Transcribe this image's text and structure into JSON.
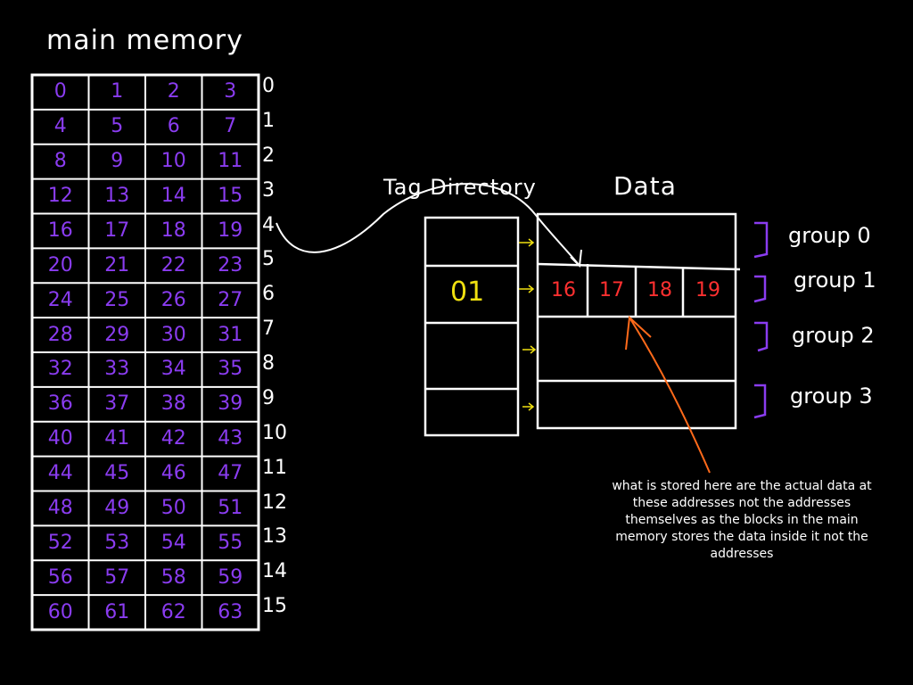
{
  "main_memory": {
    "title": "main memory",
    "blocks": [
      [
        "0",
        "1",
        "2",
        "3"
      ],
      [
        "4",
        "5",
        "6",
        "7"
      ],
      [
        "8",
        "9",
        "10",
        "11"
      ],
      [
        "12",
        "13",
        "14",
        "15"
      ],
      [
        "16",
        "17",
        "18",
        "19"
      ],
      [
        "20",
        "21",
        "22",
        "23"
      ],
      [
        "24",
        "25",
        "26",
        "27"
      ],
      [
        "28",
        "29",
        "30",
        "31"
      ],
      [
        "32",
        "33",
        "34",
        "35"
      ],
      [
        "36",
        "37",
        "38",
        "39"
      ],
      [
        "40",
        "41",
        "42",
        "43"
      ],
      [
        "44",
        "45",
        "46",
        "47"
      ],
      [
        "48",
        "49",
        "50",
        "51"
      ],
      [
        "52",
        "53",
        "54",
        "55"
      ],
      [
        "56",
        "57",
        "58",
        "59"
      ],
      [
        "60",
        "61",
        "62",
        "63"
      ]
    ],
    "block_labels": [
      "0",
      "1",
      "2",
      "3",
      "4",
      "5",
      "6",
      "7",
      "8",
      "9",
      "10",
      "11",
      "12",
      "13",
      "14",
      "15"
    ]
  },
  "cache": {
    "tag_directory_title": "Tag Directory",
    "data_title": "Data",
    "tags": [
      "",
      "01",
      "",
      ""
    ],
    "data_rows": [
      [],
      [
        "16",
        "17",
        "18",
        "19"
      ],
      [],
      []
    ],
    "groups": [
      "group 0",
      "group 1",
      "group 2",
      "group 3"
    ]
  },
  "note": "what is stored here are the actual data at these addresses not the addresses themselves as the blocks in the main memory stores the data inside it not the addresses",
  "colors": {
    "background": "#000000",
    "memory_values": "#8a3cf0",
    "tag": "#f0e010",
    "cache_data": "#ff3030",
    "pointer_arrow": "#ff6a1a",
    "group_bracket": "#8a3cf0"
  }
}
